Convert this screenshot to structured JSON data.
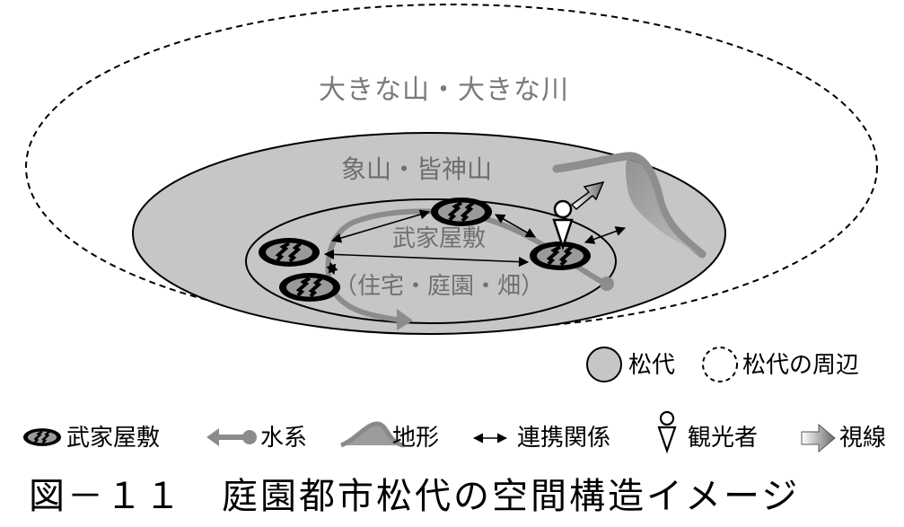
{
  "outer_label": "大きな山・大きな川",
  "middle_label": "象山・皆神山",
  "inner_label_1": "武家屋敷",
  "inner_label_2": "（住宅・庭園・畑）",
  "legend_row1": {
    "matsushiro": "松代",
    "periphery": "松代の周辺"
  },
  "legend_row2": {
    "samurai": "武家屋敷",
    "water": "水系",
    "terrain": "地形",
    "link": "連携関係",
    "tourist": "観光者",
    "sight": "視線"
  },
  "figure_title": "図－１１　庭園都市松代の空間構造イメージ",
  "colors": {
    "zone_fill": "#c6c6c6",
    "water_stroke": "#8c8c8c",
    "terrain_fill": "#9c9c9c"
  }
}
